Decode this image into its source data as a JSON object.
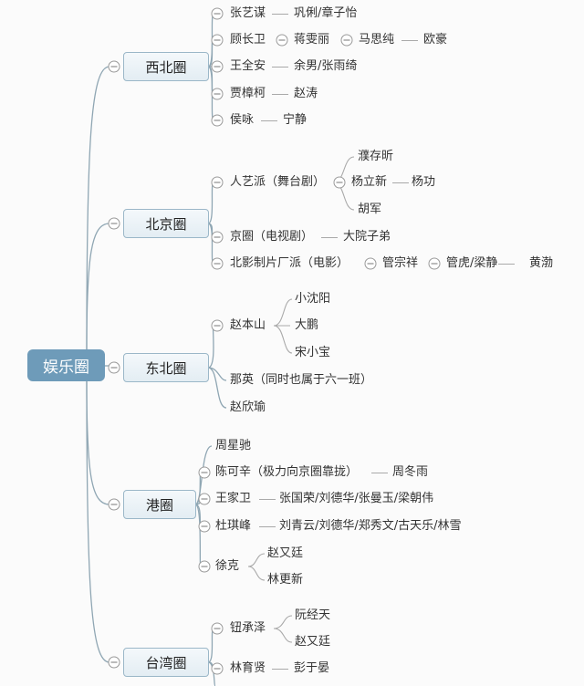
{
  "root": "娱乐圈",
  "northwest": {
    "label": "西北圈",
    "nodes": [
      "张艺谋",
      "巩俐/章子怡",
      "顾长卫",
      "蒋雯丽",
      "马思纯",
      "欧豪",
      "王全安",
      "余男/张雨绮",
      "贾樟柯",
      "赵涛",
      "侯咏",
      "宁静"
    ]
  },
  "beijing": {
    "label": "北京圈",
    "nodes": [
      "人艺派（舞台剧）",
      "濮存昕",
      "杨立新",
      "杨功",
      "胡军",
      "京圈（电视剧）",
      "大院子弟",
      "北影制片厂派（电影）",
      "管宗祥",
      "管虎/梁静",
      "黄渤"
    ]
  },
  "northeast": {
    "label": "东北圈",
    "nodes": [
      "赵本山",
      "小沈阳",
      "大鹏",
      "宋小宝",
      "那英（同时也属于六一班）",
      "赵欣瑜"
    ]
  },
  "hongkong": {
    "label": "港圈",
    "nodes": [
      "周星驰",
      "陈可辛（极力向京圈靠拢）",
      "周冬雨",
      "王家卫",
      "张国荣/刘德华/张曼玉/梁朝伟",
      "杜琪峰",
      "刘青云/刘德华/郑秀文/古天乐/林雪",
      "徐克",
      "赵又廷",
      "林更新"
    ]
  },
  "taiwan": {
    "label": "台湾圈",
    "nodes": [
      "钮承泽",
      "阮经天",
      "赵又廷",
      "林育贤",
      "彭于晏"
    ]
  }
}
